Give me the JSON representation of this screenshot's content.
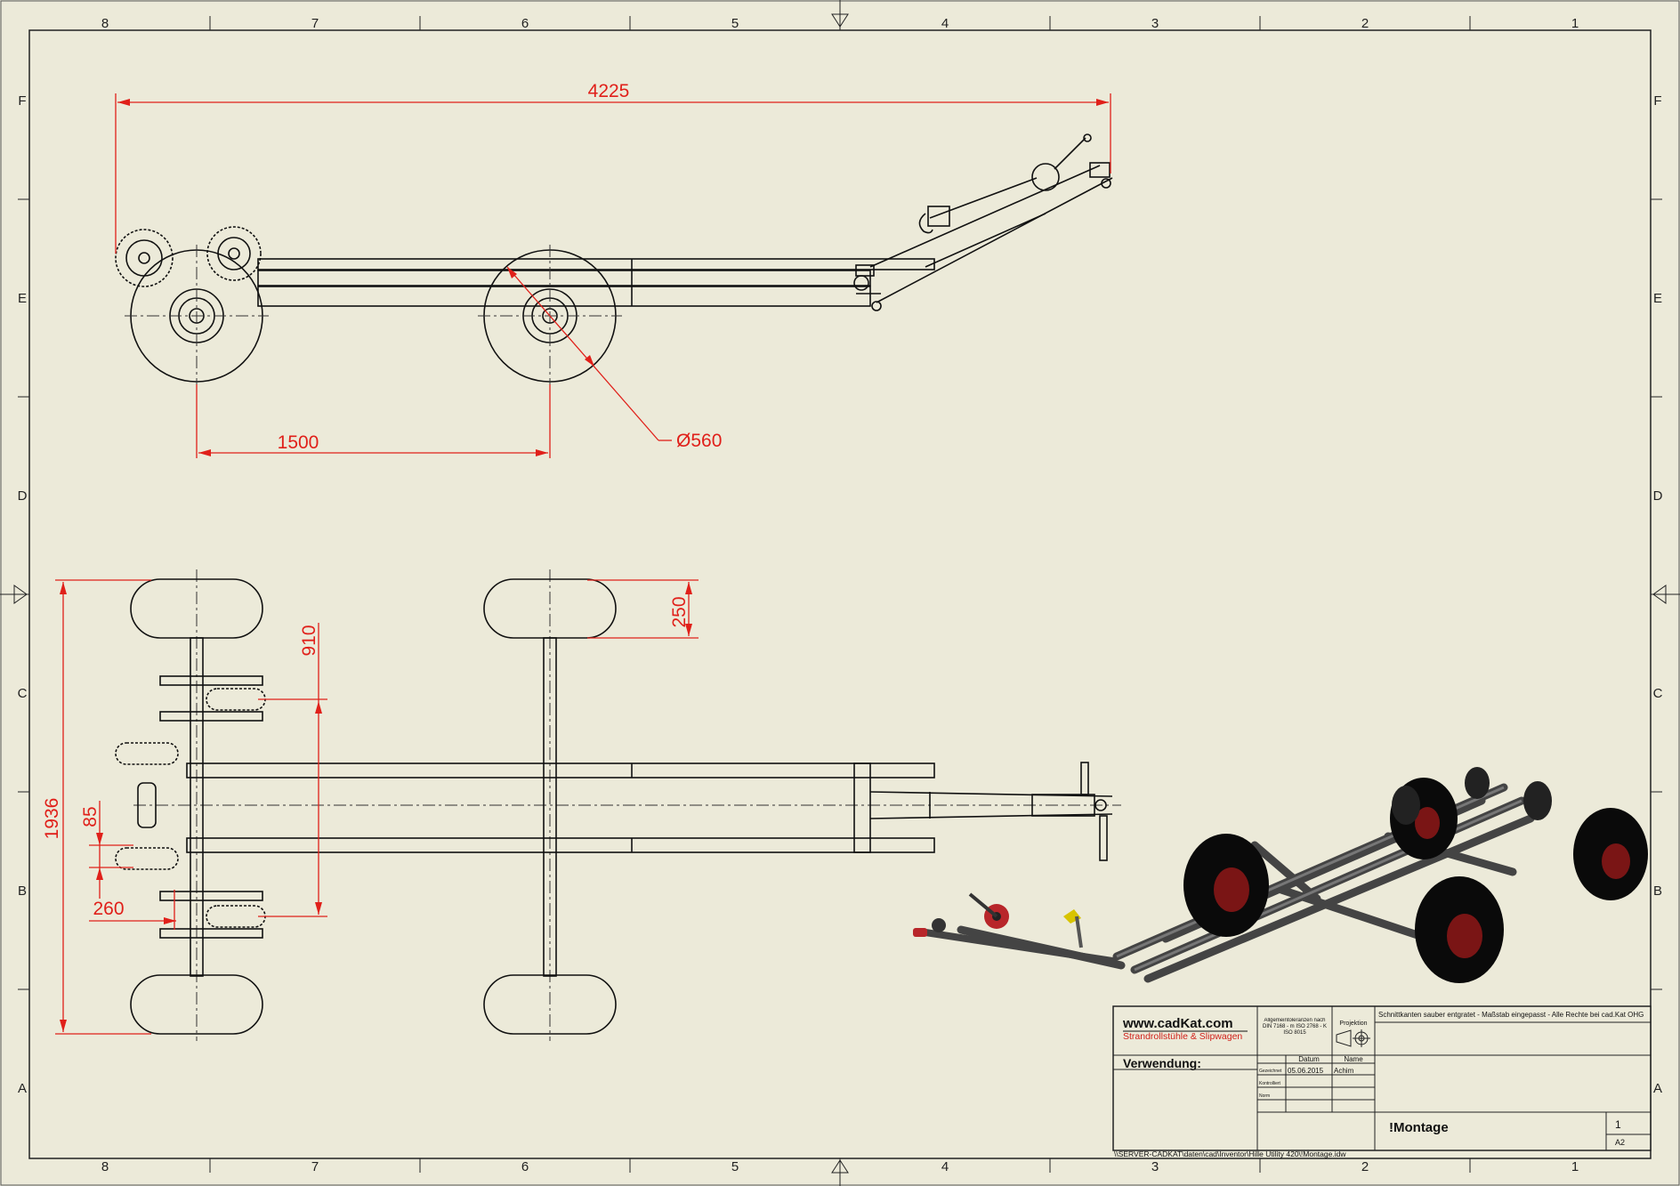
{
  "sheet": {
    "column_labels": [
      "8",
      "7",
      "6",
      "5",
      "4",
      "3",
      "2",
      "1"
    ],
    "row_labels": [
      "F",
      "E",
      "D",
      "C",
      "B",
      "A"
    ]
  },
  "side_view": {
    "dim_total_length": "4225",
    "dim_axle_distance": "1500",
    "dim_wheel_diameter": "Ø560"
  },
  "top_view": {
    "dim_total_width": "1936",
    "dim_tire_width": "250",
    "dim_roller_span": "910",
    "dim_small_85": "85",
    "dim_small_260": "260"
  },
  "title_block": {
    "company": "www.cadKat.com",
    "tagline": "Strandrollstühle & Slipwagen",
    "tolerance_note": "Allgemeintoleranzen nach DIN 7168 - m ISO 2768 - K ISO 8015",
    "projection": "Projektion",
    "notice": "Schnittkanten sauber entgratet - Maßstab eingepasst - Alle Rechte bei cad.Kat OHG",
    "usage_label": "Verwendung:",
    "col_date": "Datum",
    "col_name": "Name",
    "row_drawn": "Gezeichnet",
    "row_checked": "Kontrolliert",
    "row_norm": "Norm",
    "date_value": "05.06.2015",
    "name_value": "Achim",
    "drawing_title": "!Montage",
    "sheet_number": "1",
    "sheet_format": "A2",
    "file_path": "\\\\SERVER-CADKAT\\daten\\cad\\Inventor\\Hille Utility 420\\!Montage.idw"
  },
  "colors": {
    "background": "#ecead9",
    "dimension": "#e0201a",
    "outline": "#111111"
  }
}
